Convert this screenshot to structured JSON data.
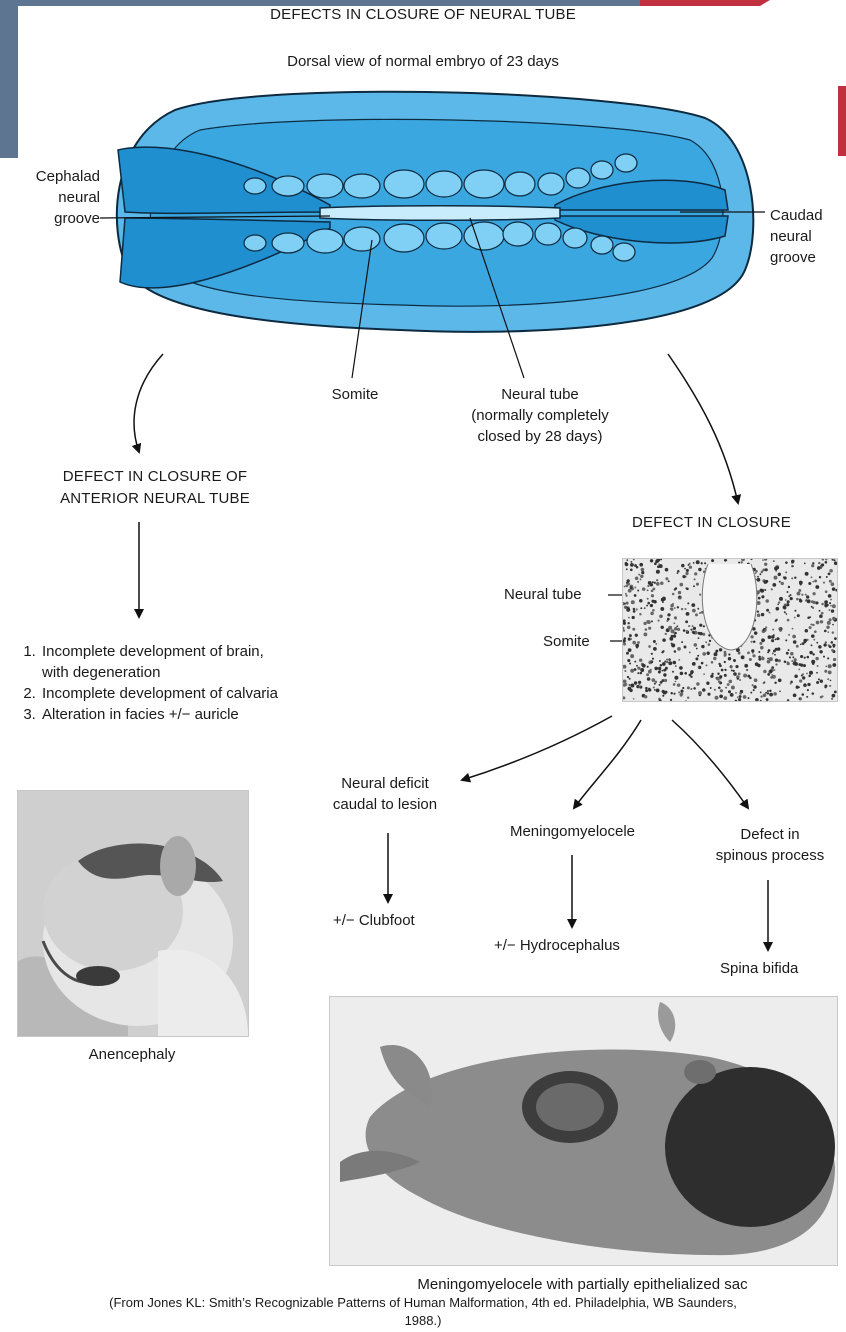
{
  "title": "DEFECTS IN CLOSURE OF NEURAL TUBE",
  "subtitle": "Dorsal view of normal embryo of 23 days",
  "embryo_labels": {
    "cephalad": "Cephalad neural groove",
    "cephalad_lines": [
      "Cephalad",
      "neural",
      "groove"
    ],
    "caudad_lines": [
      "Caudad",
      "neural",
      "groove"
    ],
    "somite": "Somite",
    "neural_tube_lines": [
      "Neural tube",
      "(normally completely",
      "closed by 28 days)"
    ]
  },
  "left_branch": {
    "heading_lines": [
      "DEFECT IN CLOSURE OF",
      "ANTERIOR NEURAL TUBE"
    ],
    "effects": [
      "Incomplete development of brain, with degeneration",
      "Incomplete development of calvaria",
      "Alteration in facies +/− auricle"
    ],
    "photo_caption": "Anencephaly"
  },
  "right_branch": {
    "heading": "DEFECT IN CLOSURE",
    "micro_labels": {
      "neural_tube": "Neural tube",
      "somite": "Somite"
    },
    "outcomes": [
      {
        "lines": [
          "Neural deficit",
          "caudal to lesion"
        ],
        "result": "+/− Clubfoot"
      },
      {
        "lines": [
          "Meningomyelocele"
        ],
        "result": "+/− Hydrocephalus"
      },
      {
        "lines": [
          "Defect in",
          "spinous process"
        ],
        "result": "Spina bifida"
      }
    ],
    "photo_caption": "Meningomyelocele with partially epithelialized sac"
  },
  "citation_lines": [
    "(From Jones KL: Smith’s Recognizable Patterns of Human Malformation, 4th ed. Philadelphia, WB Saunders,",
    "1988.)"
  ],
  "colors": {
    "embryo_outer": "#5cb8e8",
    "embryo_inner": "#1f9ad8",
    "somite": "#7fd0f4",
    "deco_slate": "#5d7590",
    "deco_red": "#c0303f"
  }
}
